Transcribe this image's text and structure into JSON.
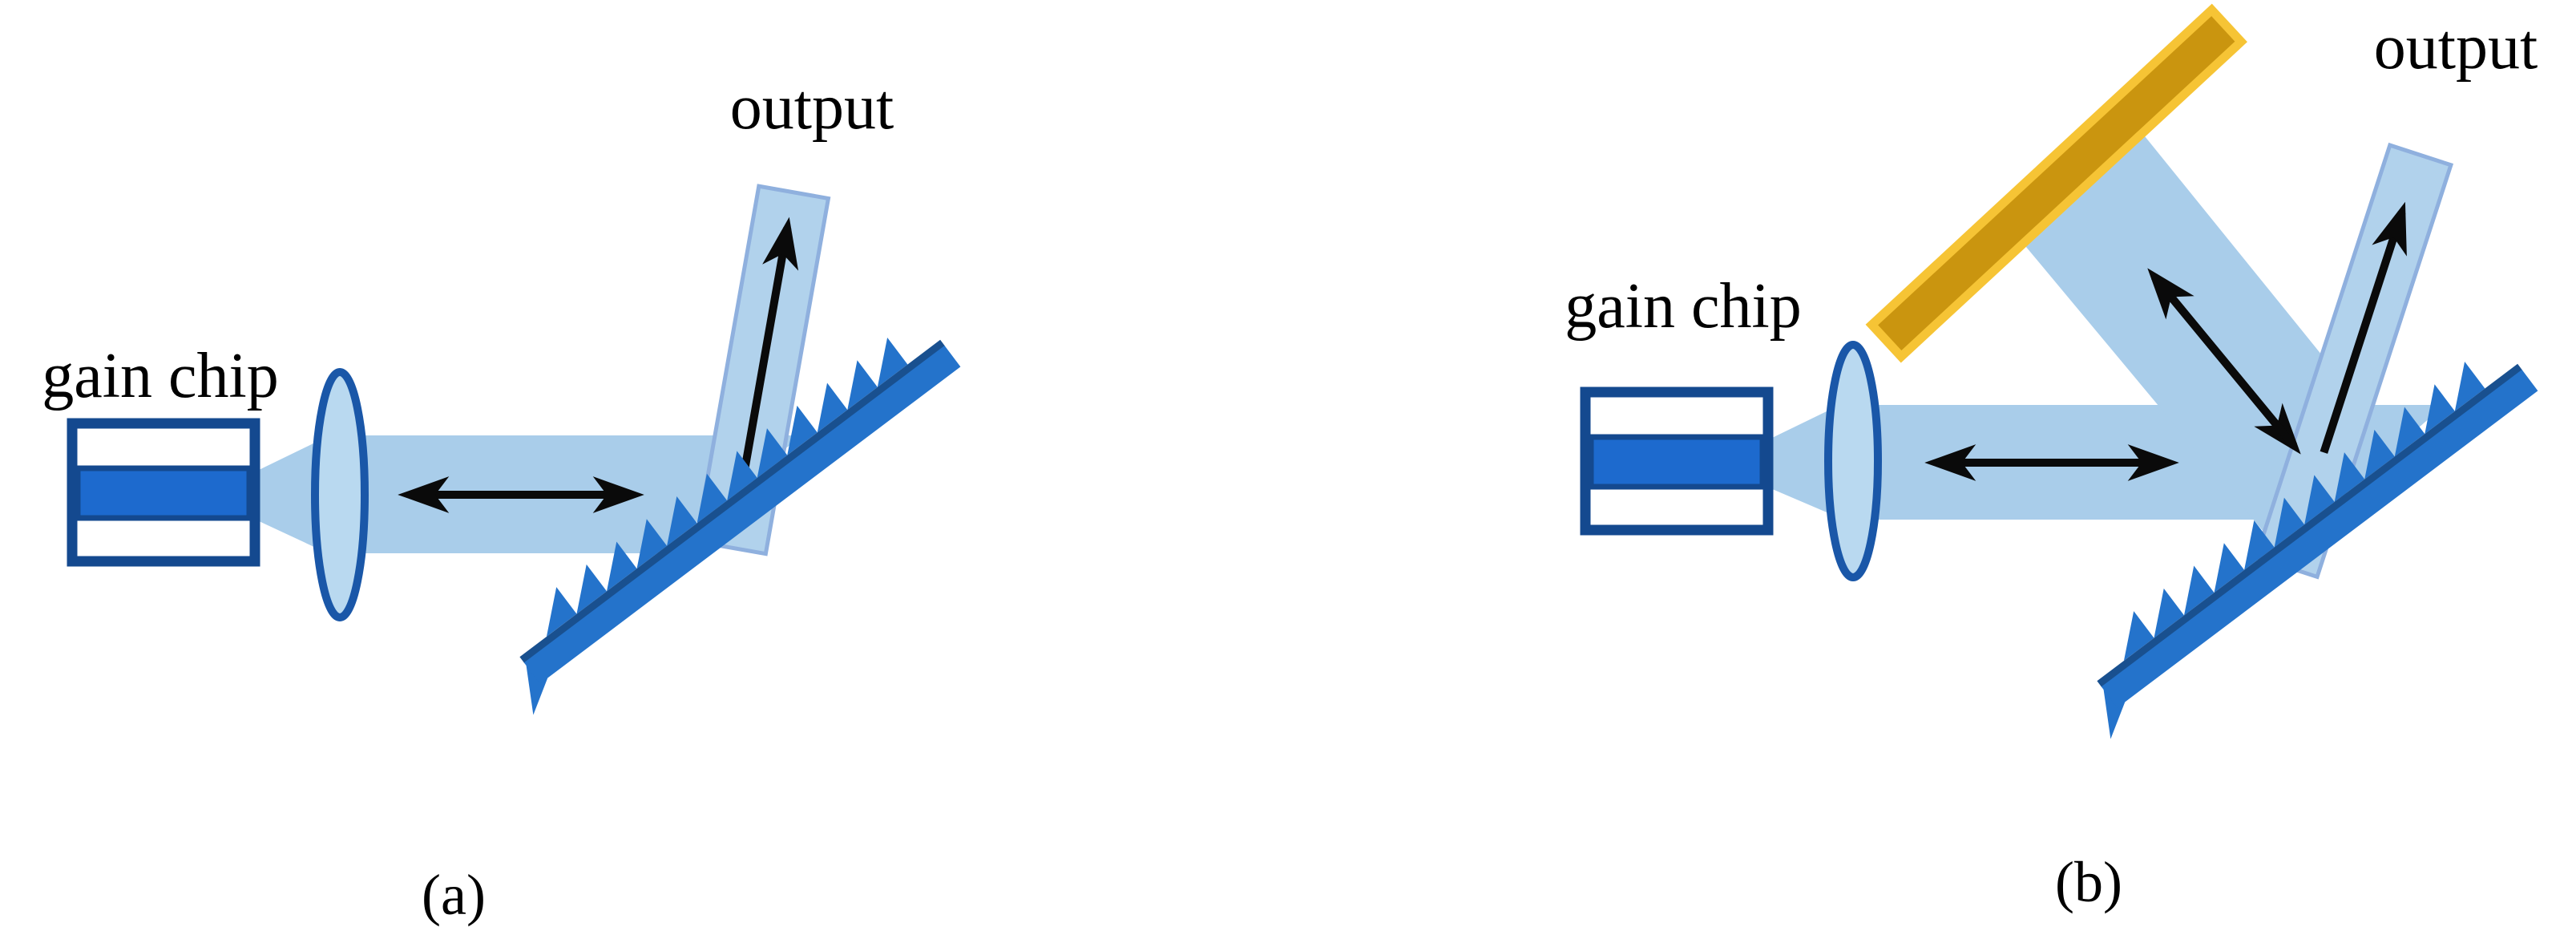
{
  "figure": {
    "background": "#ffffff",
    "panel_a": {
      "caption": "(a)",
      "gain_chip_label": "gain chip",
      "output_label": "output"
    },
    "panel_b": {
      "caption": "(b)",
      "gain_chip_label": "gain chip",
      "output_label": "output"
    },
    "colors": {
      "beam_light_blue": "#a9cdea",
      "output_beam_fill": "#b1d2ec",
      "output_beam_border": "#8fb0de",
      "lens_fill": "#b9d9f0",
      "lens_border": "#1a57a8",
      "gain_chip_border": "#14498f",
      "gain_chip_stripe": "#1d6ace",
      "grating_blue": "#2473cb",
      "grating_edge_dark": "#19508f",
      "mirror_gold_fill": "#ca950f",
      "mirror_gold_border": "#f6c435",
      "arrow_black": "#0a0a0a",
      "label_text": "#000000"
    }
  }
}
